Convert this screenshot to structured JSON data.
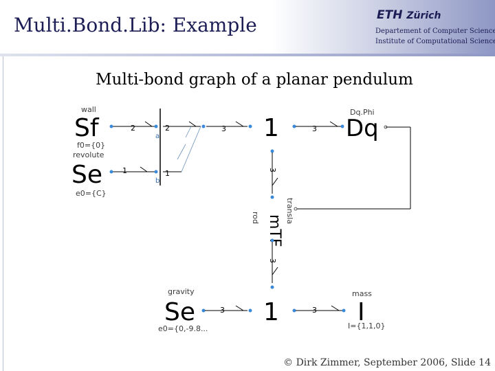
{
  "header": {
    "title": "Multi.Bond.Lib: Example",
    "brand_main": "ETH",
    "brand_sub": "Zürich",
    "dept_line1": "Departement of Computer Science",
    "dept_line2": "Institute of Computational Science"
  },
  "subtitle": "Multi-bond graph of a planar pendulum",
  "footer": "© Dirk Zimmer, September 2006, Slide 14",
  "diagram": {
    "sf_label": "wall",
    "sf_symbol": "Sf",
    "sf_param": "f0={0}",
    "se1_label": "revolute",
    "se1_symbol": "Se",
    "se1_param": "e0={C}",
    "junction_top": "1",
    "junction_bottom": "1",
    "dq_label": "Dq.Phi",
    "dq_symbol": "Dq",
    "mtf_symbol": "mTF",
    "mtf_label": "rod",
    "mtf_label2": "transla",
    "se2_label": "gravity",
    "se2_symbol": "Se",
    "se2_param": "e0={0,-9.8...",
    "i_label": "mass",
    "i_symbol": "I",
    "i_param": "I={1,1,0}",
    "port_a": "a",
    "port_b": "b",
    "bond_sf": "2",
    "bond_a": "2",
    "bond_a_out": "3",
    "bond_se1": "1",
    "bond_b": "1",
    "bond_j_dq": "3",
    "bond_j_mtf": "3",
    "bond_mtf_j": "3",
    "bond_se2": "3",
    "bond_j_i": "3"
  }
}
